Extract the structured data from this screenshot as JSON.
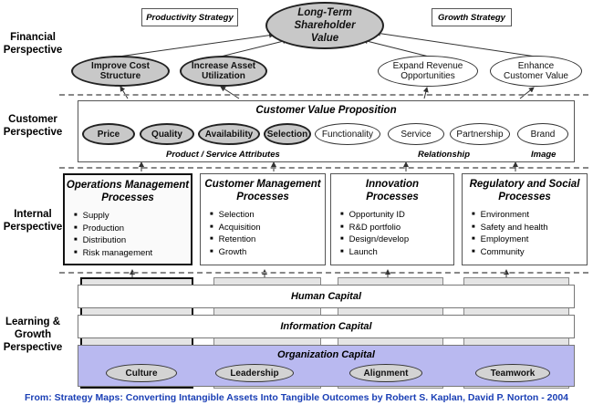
{
  "perspectives": {
    "financial": "Financial Perspective",
    "customer": "Customer Perspective",
    "internal": "Internal Perspective",
    "learning": "Learning & Growth Perspective"
  },
  "financial": {
    "productivity_strategy": "Productivity Strategy",
    "growth_strategy": "Growth Strategy",
    "long_term": "Long-Term Shareholder Value",
    "improve_cost": "Improve Cost Structure",
    "increase_asset": "Increase Asset Utilization",
    "expand_revenue": "Expand Revenue Opportunities",
    "enhance_customer": "Enhance Customer Value"
  },
  "customer": {
    "title": "Customer Value Proposition",
    "attributes": [
      "Price",
      "Quality",
      "Availability",
      "Selection",
      "Functionality",
      "Service",
      "Partnership",
      "Brand"
    ],
    "product_service": "Product / Service Attributes",
    "relationship": "Relationship",
    "image": "Image"
  },
  "internal": {
    "processes": [
      {
        "title": "Operations Management Processes",
        "items": [
          "Supply",
          "Production",
          "Distribution",
          "Risk management"
        ]
      },
      {
        "title": "Customer Management Processes",
        "items": [
          "Selection",
          "Acquisition",
          "Retention",
          "Growth"
        ]
      },
      {
        "title": "Innovation Processes",
        "items": [
          "Opportunity ID",
          "R&D portfolio",
          "Design/develop",
          "Launch"
        ]
      },
      {
        "title": "Regulatory and Social Processes",
        "items": [
          "Environment",
          "Safety and health",
          "Employment",
          "Community"
        ]
      }
    ]
  },
  "learning": {
    "human_capital": "Human Capital",
    "information_capital": "Information Capital",
    "organization_capital": "Organization Capital",
    "org_items": [
      "Culture",
      "Leadership",
      "Alignment",
      "Teamwork"
    ]
  },
  "footer": "From: Strategy Maps: Converting Intangible Assets Into Tangible Outcomes by Robert S. Kaplan, David P. Norton - 2004",
  "colors": {
    "org_capital_bg": "#b9b9f0",
    "footer_text": "#1a3fb5",
    "grey_fill": "#c8c8c8"
  }
}
